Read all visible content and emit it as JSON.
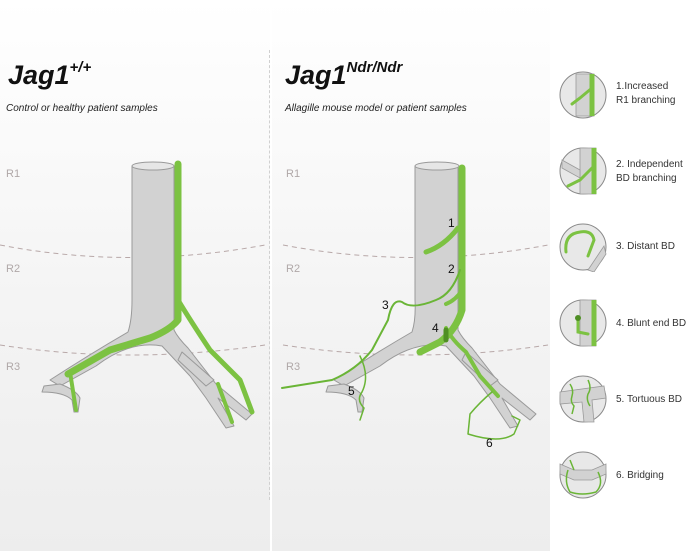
{
  "left": {
    "gene": "Jag1",
    "genotype": "+/+",
    "subtitle": "Control or healthy patient samples"
  },
  "middle": {
    "gene": "Jag1",
    "genotype": "Ndr/Ndr",
    "subtitle": "Allagille mouse model or patient samples"
  },
  "regions": [
    "R1",
    "R2",
    "R3"
  ],
  "annotations": [
    "1",
    "2",
    "3",
    "4",
    "5",
    "6"
  ],
  "legend": [
    {
      "line1": "1.Increased",
      "line2": "R1 branching"
    },
    {
      "line1": "2. Independent",
      "line2": "BD branching"
    },
    {
      "line1": "3. Distant BD",
      "line2": ""
    },
    {
      "line1": "4. Blunt end BD",
      "line2": ""
    },
    {
      "line1": "5. Tortuous BD",
      "line2": ""
    },
    {
      "line1": "6. Bridging",
      "line2": ""
    }
  ],
  "colors": {
    "vessel": "#d2d2d2",
    "vessel_edge": "#9a9a9a",
    "duct": "#7cc242",
    "duct_edge": "#4f8f24",
    "zone_line": "#b8a8a8"
  }
}
